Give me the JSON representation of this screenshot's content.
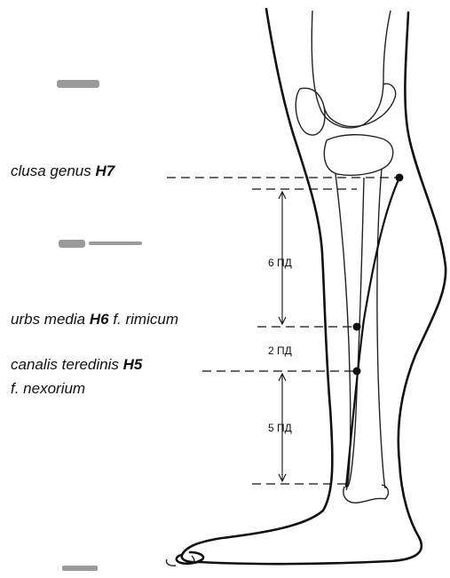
{
  "points": [
    {
      "id": "H7",
      "name": "clusa genus",
      "code": "H7",
      "suffix": ""
    },
    {
      "id": "H6",
      "name": "urbs media",
      "code": "H6",
      "suffix": "f. rimicum"
    },
    {
      "id": "H5",
      "name": "canalis teredinis",
      "code": "H5",
      "suffix": "",
      "line2": "f. nexorium"
    }
  ],
  "distances": [
    {
      "label": "6 ПД"
    },
    {
      "label": "2 ПД"
    },
    {
      "label": "5 ПД"
    }
  ],
  "colors": {
    "ink": "#111111",
    "paper": "#ffffff"
  }
}
